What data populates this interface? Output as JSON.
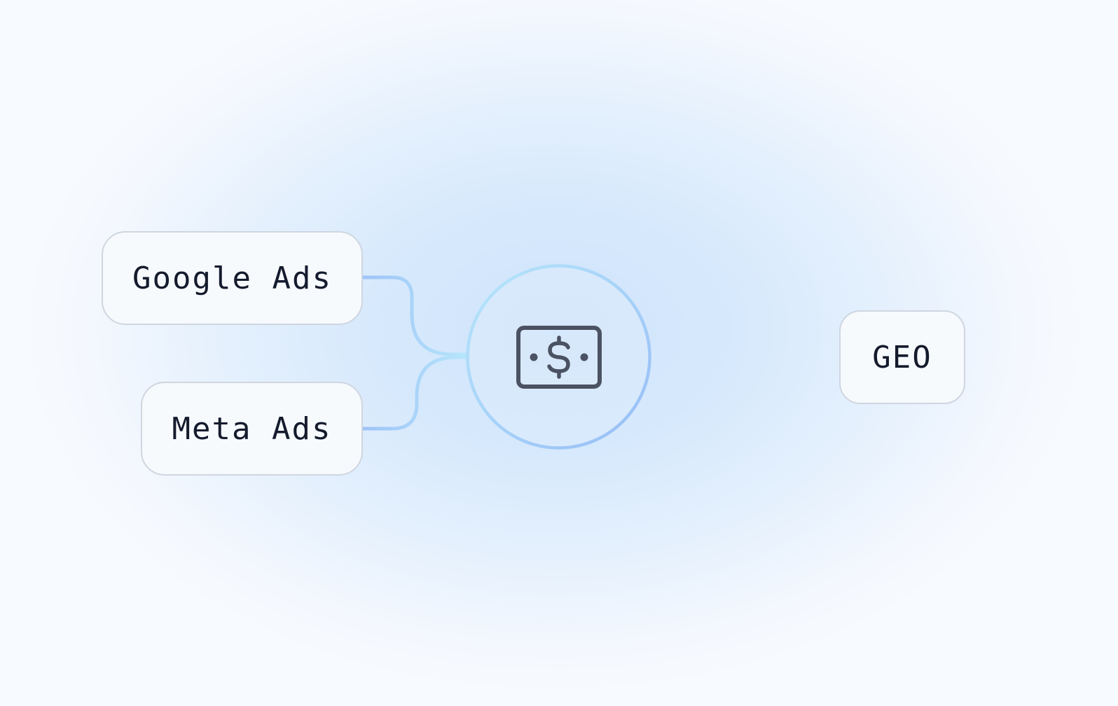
{
  "nodes": {
    "google_ads": {
      "label": "Google Ads"
    },
    "meta_ads": {
      "label": "Meta Ads"
    },
    "geo": {
      "label": "GEO"
    }
  },
  "hub": {
    "icon": "money-icon"
  },
  "colors": {
    "connector_blue": "#9ec3f7",
    "connector_cyan": "#b3e3fb",
    "node_border": "#cfd6e0",
    "node_fill": "#f7fafd",
    "icon_stroke": "#4b5262",
    "text": "#141b2d"
  }
}
